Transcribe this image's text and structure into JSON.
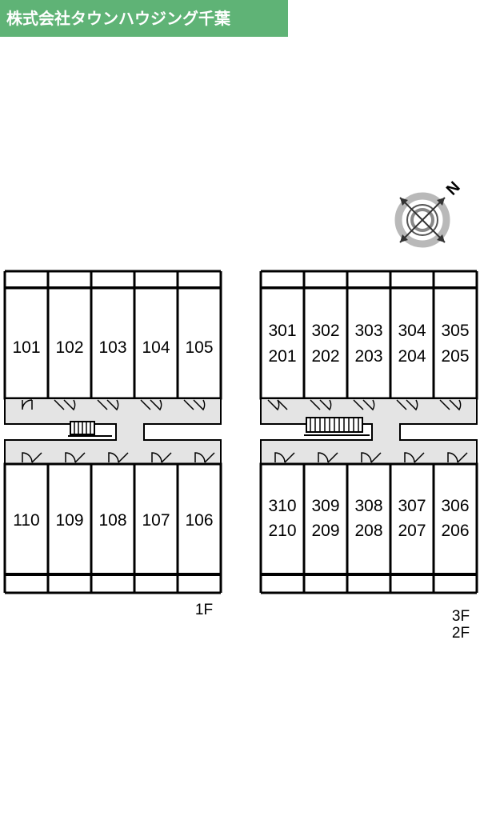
{
  "brand": {
    "name": "株式会社タウンハウジング千葉"
  },
  "compass": {
    "label": "N"
  },
  "left_building": {
    "floor_label": "1F",
    "top_units": [
      "101",
      "102",
      "103",
      "104",
      "105"
    ],
    "bottom_units": [
      "110",
      "109",
      "108",
      "107",
      "106"
    ]
  },
  "right_building": {
    "floor_label_upper": "3F",
    "floor_label_lower": "2F",
    "top_units_upper": [
      "301",
      "302",
      "303",
      "304",
      "305"
    ],
    "top_units_lower": [
      "201",
      "202",
      "203",
      "204",
      "205"
    ],
    "bottom_units_upper": [
      "310",
      "309",
      "308",
      "307",
      "306"
    ],
    "bottom_units_lower": [
      "210",
      "209",
      "208",
      "207",
      "206"
    ]
  }
}
